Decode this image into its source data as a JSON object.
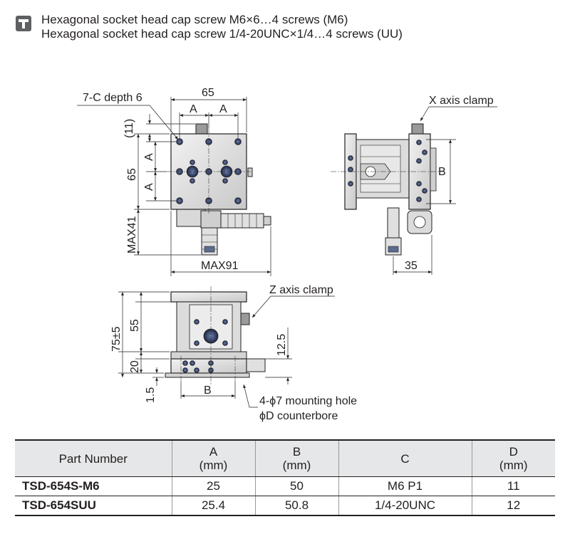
{
  "note": {
    "icon": "screw-icon",
    "line1": "Hexagonal socket head cap screw M6×6…4 screws (M6)",
    "line2": "Hexagonal socket head cap screw 1/4-20UNC×1/4…4 screws (UU)"
  },
  "drawing": {
    "top_view": {
      "callout_holes": "7-C depth 6",
      "width_65": "65",
      "dim_a_top_left": "A",
      "dim_a_top_right": "A",
      "dim_11": "(11)",
      "dim_a_left_upper": "A",
      "dim_a_left_lower": "A",
      "height_65": "65",
      "max41": "MAX41",
      "max91": "MAX91"
    },
    "side_view": {
      "x_axis_clamp": "X axis clamp",
      "dim_b": "B",
      "dim_35": "35"
    },
    "front_view": {
      "z_axis_clamp": "Z axis clamp",
      "dim_75": "75±5",
      "dim_55": "55",
      "dim_20": "20",
      "dim_1_5": "1.5",
      "dim_12_5": "12.5",
      "dim_b": "B",
      "mounting_hole": "4-ϕ7 mounting hole",
      "counterbore": "ϕD counterbore"
    }
  },
  "table": {
    "headers": [
      {
        "line1": "Part Number",
        "line2": ""
      },
      {
        "line1": "A",
        "line2": "(mm)"
      },
      {
        "line1": "B",
        "line2": "(mm)"
      },
      {
        "line1": "C",
        "line2": ""
      },
      {
        "line1": "D",
        "line2": "(mm)"
      }
    ],
    "rows": [
      {
        "part": "TSD-654S-M6",
        "a": "25",
        "b": "50",
        "c": "M6 P1",
        "d": "11"
      },
      {
        "part": "TSD-654SUU",
        "a": "25.4",
        "b": "50.8",
        "c": "1/4-20UNC",
        "d": "12"
      }
    ]
  }
}
